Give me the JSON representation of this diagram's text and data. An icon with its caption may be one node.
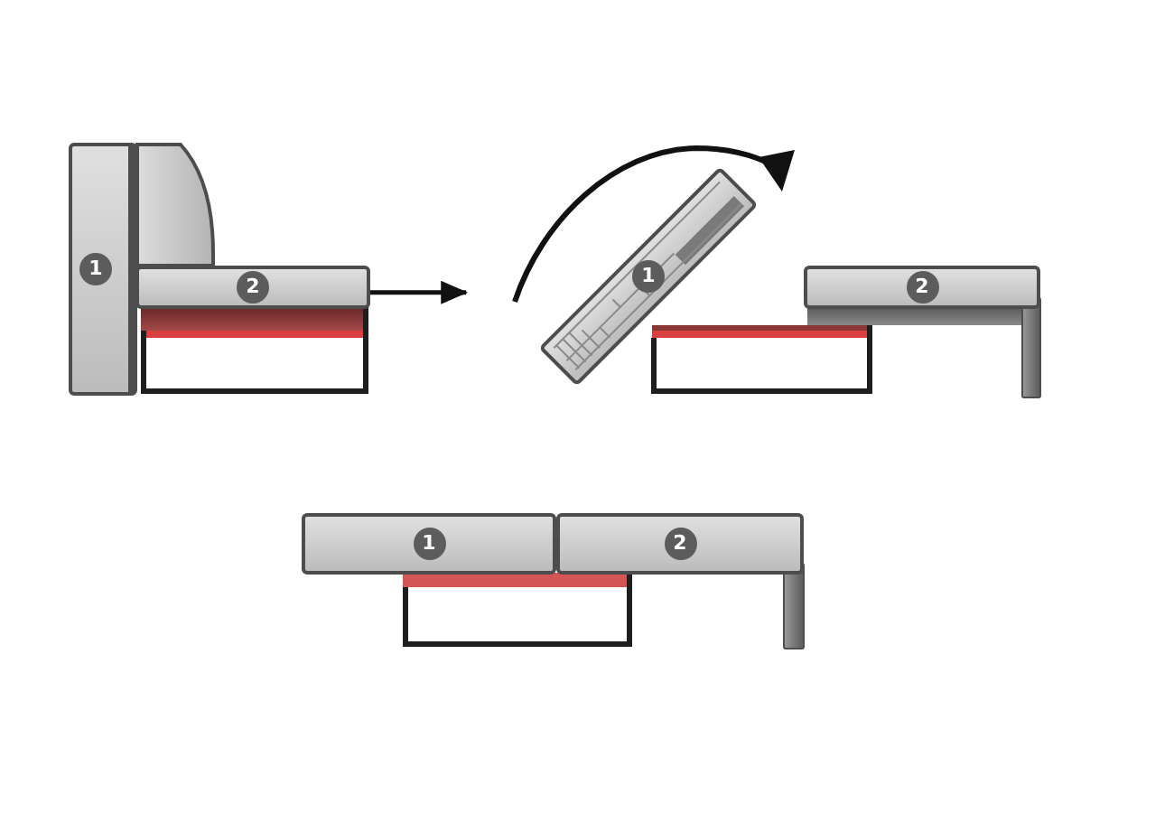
{
  "diagram": {
    "nodes": [
      {
        "text": [
          "1"
        ]
      },
      {
        "text": [
          "2"
        ]
      },
      {
        "text": [
          "1"
        ]
      },
      {
        "text": [
          "2"
        ]
      },
      {
        "text": [
          "1"
        ]
      },
      {
        "text": [
          "2"
        ]
      }
    ],
    "edges": [
      {
        "from": 1,
        "to": 2,
        "arrow": "to"
      }
    ]
  }
}
